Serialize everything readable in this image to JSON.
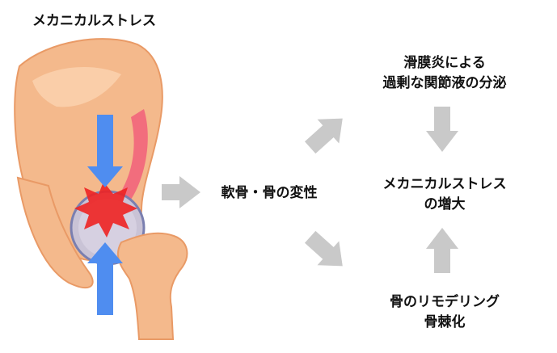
{
  "title": "メカニカルストレス",
  "center_node": "軟骨・骨の変性",
  "top_node": {
    "line1": "滑膜炎による",
    "line2": "過剰な関節液の分泌"
  },
  "middle_node": {
    "line1": "メカニカルストレス",
    "line2": "の増大"
  },
  "bottom_node": {
    "line1": "骨のリモデリング",
    "line2": "骨棘化"
  },
  "colors": {
    "bone": "#f4b98c",
    "bone_shadow": "#e99a66",
    "cartilage": "#f26d7d",
    "force_arrow": "#4f8df0",
    "impact_burst": "#ee2222",
    "flow_arrow": "#c9c9c9"
  },
  "icons": [
    "hip-joint-illustration",
    "impact-burst-icon",
    "force-arrow-down",
    "force-arrow-up"
  ]
}
